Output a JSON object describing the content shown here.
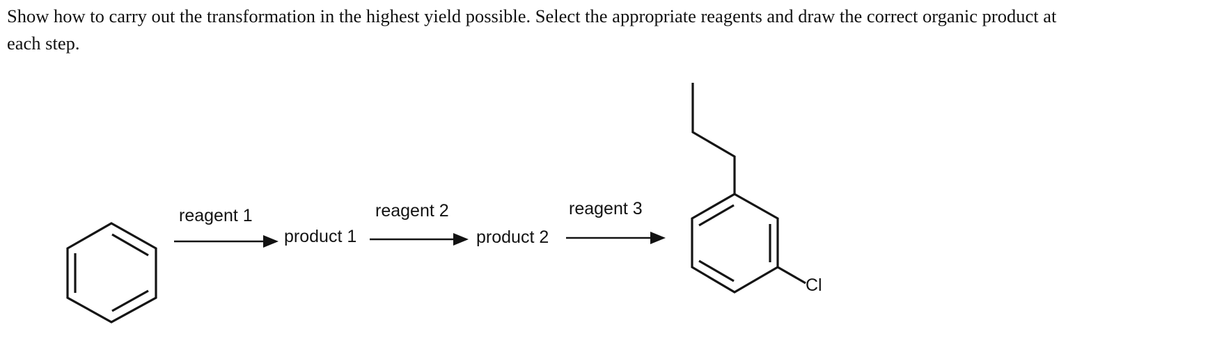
{
  "document": {
    "background_color": "#ffffff",
    "ink_color": "#151515"
  },
  "question": {
    "text": "Show how to carry out the transformation in the highest yield possible. Select the appropriate reagents and draw the correct organic product at each step."
  },
  "scheme": {
    "steps": [
      {
        "reagent_label": "reagent 1",
        "product_label": "product 1"
      },
      {
        "reagent_label": "reagent 2",
        "product_label": "product 2"
      },
      {
        "reagent_label": "reagent 3",
        "product_label": ""
      }
    ],
    "starting_material": {
      "name": "benzene-ring",
      "description": "benzene"
    },
    "final_product": {
      "name": "propyl-chlorobenzene",
      "description": "1-chloro-3-propylbenzene",
      "substituent_label": "Cl"
    }
  },
  "labels": {
    "reagent_1": "reagent 1",
    "reagent_2": "reagent 2",
    "reagent_3": "reagent 3",
    "product_1": "product 1",
    "product_2": "product 2",
    "chlorine": "Cl"
  }
}
